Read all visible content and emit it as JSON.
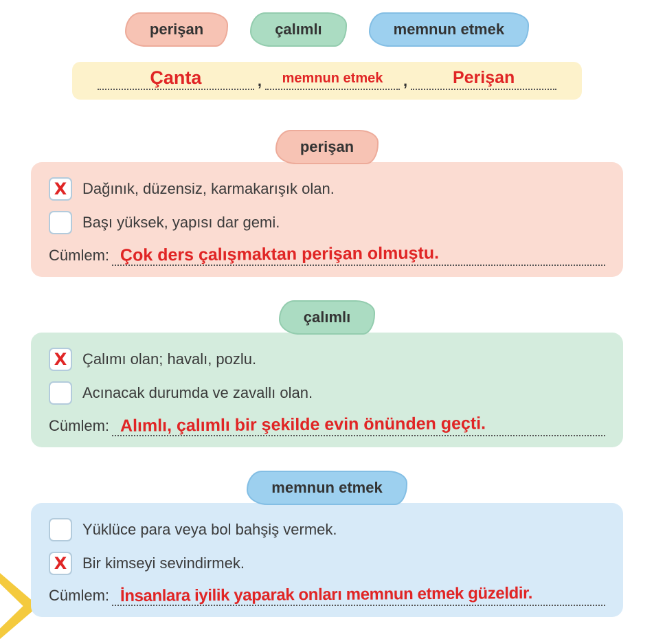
{
  "colors": {
    "pink_tag": "#f7c3b4",
    "pink_box": "#fbdcd2",
    "green_tag": "#abdcc2",
    "green_box": "#d4ecdd",
    "blue_tag": "#9dd0ef",
    "blue_box": "#d7eaf8",
    "yellow_strip": "#fdf2cb",
    "answer_red": "#e02525",
    "text_dark": "#3a3a3a"
  },
  "word_bank": {
    "items": [
      {
        "label": "perişan"
      },
      {
        "label": "çalımlı"
      },
      {
        "label": "memnun etmek"
      }
    ]
  },
  "answer_strip": {
    "separator": ",",
    "answers": [
      "Çanta",
      "memnun etmek",
      "Perişan"
    ]
  },
  "sections": [
    {
      "title": "perişan",
      "options": [
        {
          "mark": "X",
          "text": "Dağınık, düzensiz, karmakarışık olan."
        },
        {
          "mark": "",
          "text": "Başı yüksek, yapısı dar gemi."
        }
      ],
      "sentence_label": "Cümlem:",
      "answer": "Çok ders çalışmaktan perişan olmuştu."
    },
    {
      "title": "çalımlı",
      "options": [
        {
          "mark": "X",
          "text": "Çalımı olan; havalı, pozlu."
        },
        {
          "mark": "",
          "text": "Acınacak durumda ve zavallı olan."
        }
      ],
      "sentence_label": "Cümlem:",
      "answer": "Alımlı, çalımlı bir şekilde evin önünden geçti."
    },
    {
      "title": "memnun etmek",
      "options": [
        {
          "mark": "",
          "text": "Yüklüce para veya bol bahşiş vermek."
        },
        {
          "mark": "X",
          "text": "Bir kimseyi sevindirmek."
        }
      ],
      "sentence_label": "Cümlem:",
      "answer": "İnsanlara iyilik yaparak onları memnun etmek güzeldir."
    }
  ]
}
